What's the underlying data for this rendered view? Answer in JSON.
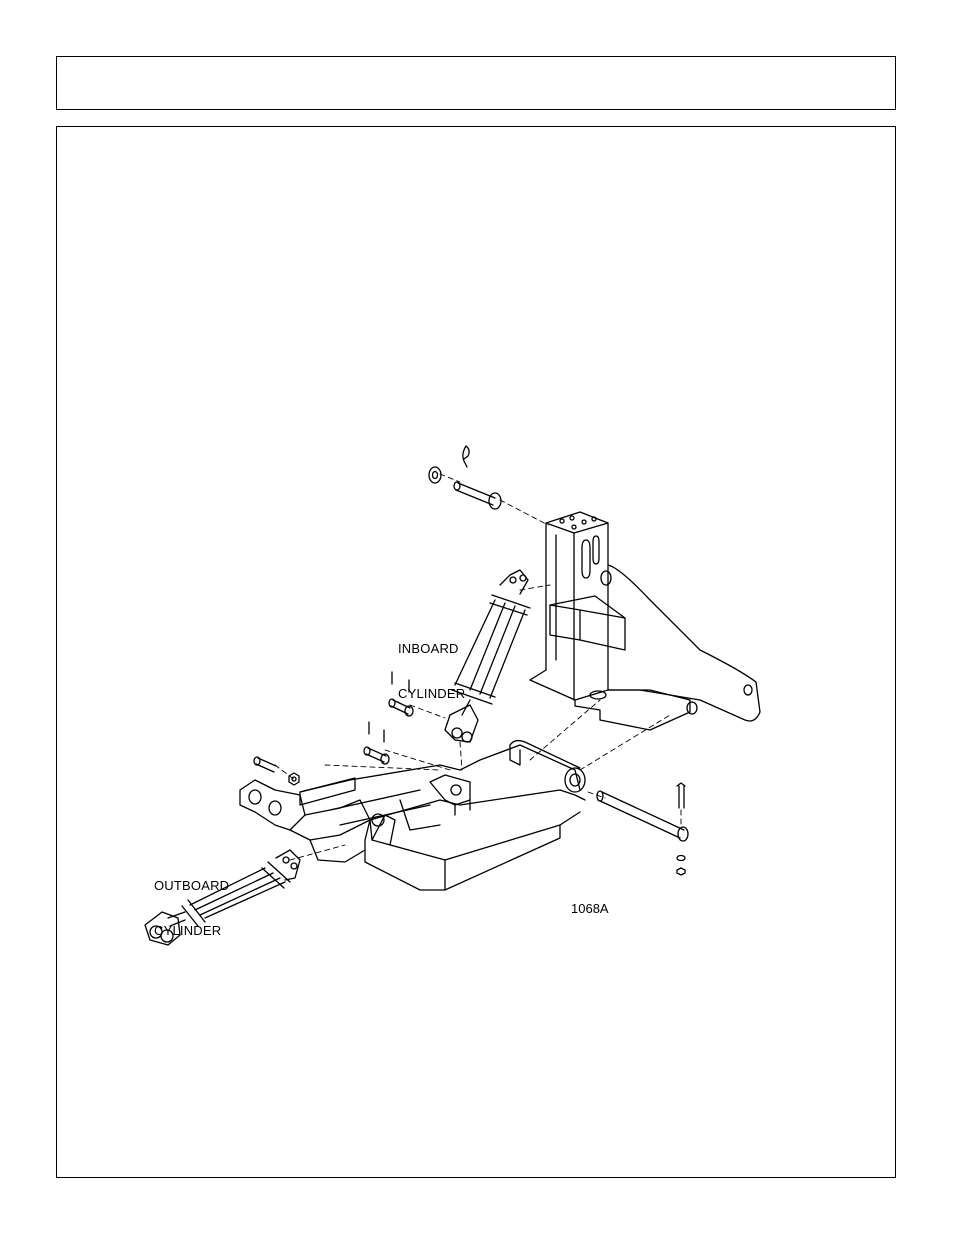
{
  "header": {
    "title": ""
  },
  "figure": {
    "labels": {
      "inboard_line1": "INBOARD",
      "inboard_line2": "CYLINDER",
      "outboard_line1": "OUTBOARD",
      "outboard_line2": "CYLINDER"
    },
    "figure_id": "1068A"
  }
}
